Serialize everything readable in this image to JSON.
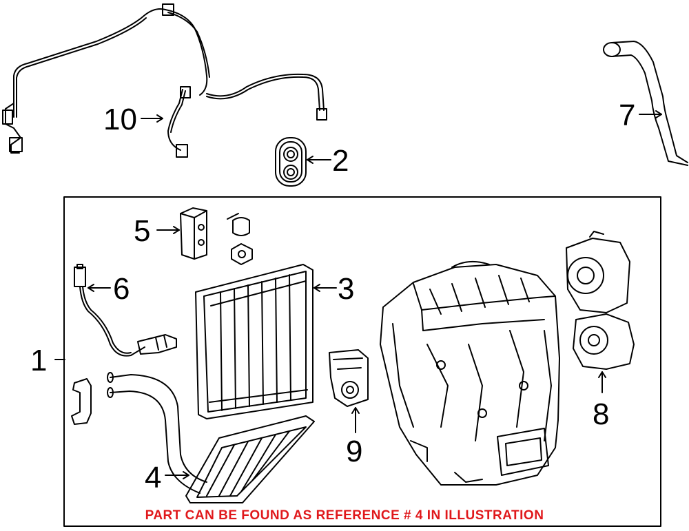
{
  "callouts": {
    "c1": "1",
    "c2": "2",
    "c3": "3",
    "c4": "4",
    "c5": "5",
    "c6": "6",
    "c7": "7",
    "c8": "8",
    "c9": "9",
    "c10": "10"
  },
  "note": {
    "text": "PART CAN BE FOUND AS REFERENCE # 4 IN ILLUSTRATION",
    "color": "#e0181b"
  },
  "icons": [
    "wiring-harness-icon",
    "grommet-icon",
    "evaporator-core-icon",
    "heater-core-icon",
    "expansion-valve-icon",
    "temperature-sensor-icon",
    "drain-hose-icon",
    "blower-servo-icon",
    "mode-servo-icon"
  ]
}
